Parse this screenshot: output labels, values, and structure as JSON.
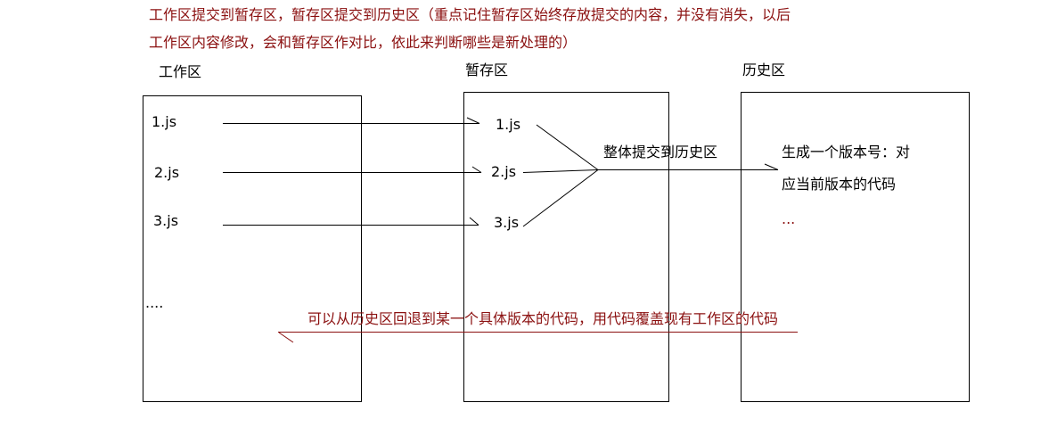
{
  "note": {
    "line1": "工作区提交到暂存区，暂存区提交到历史区（重点记住暂存区始终存放提交的内容，并没有消失，以后",
    "line2": "工作区内容修改，会和暂存区作对比，依此来判断哪些是新处理的）"
  },
  "areas": {
    "workspace": {
      "title": "工作区",
      "files": [
        "1.js",
        "2.js",
        "3.js"
      ],
      "more": "...."
    },
    "staging": {
      "title": "暂存区",
      "files": [
        "1.js",
        "2.js",
        "3.js"
      ]
    },
    "history": {
      "title": "历史区",
      "line1": "生成一个版本号：对",
      "line2": "应当前版本的代码",
      "more": "..."
    }
  },
  "commit_label": "整体提交到历史区",
  "rollback_label": "可以从历史区回退到某一个具体版本的代码，用代码覆盖现有工作区的代码",
  "colors": {
    "note": "#8b1010",
    "lines": "#000000"
  }
}
